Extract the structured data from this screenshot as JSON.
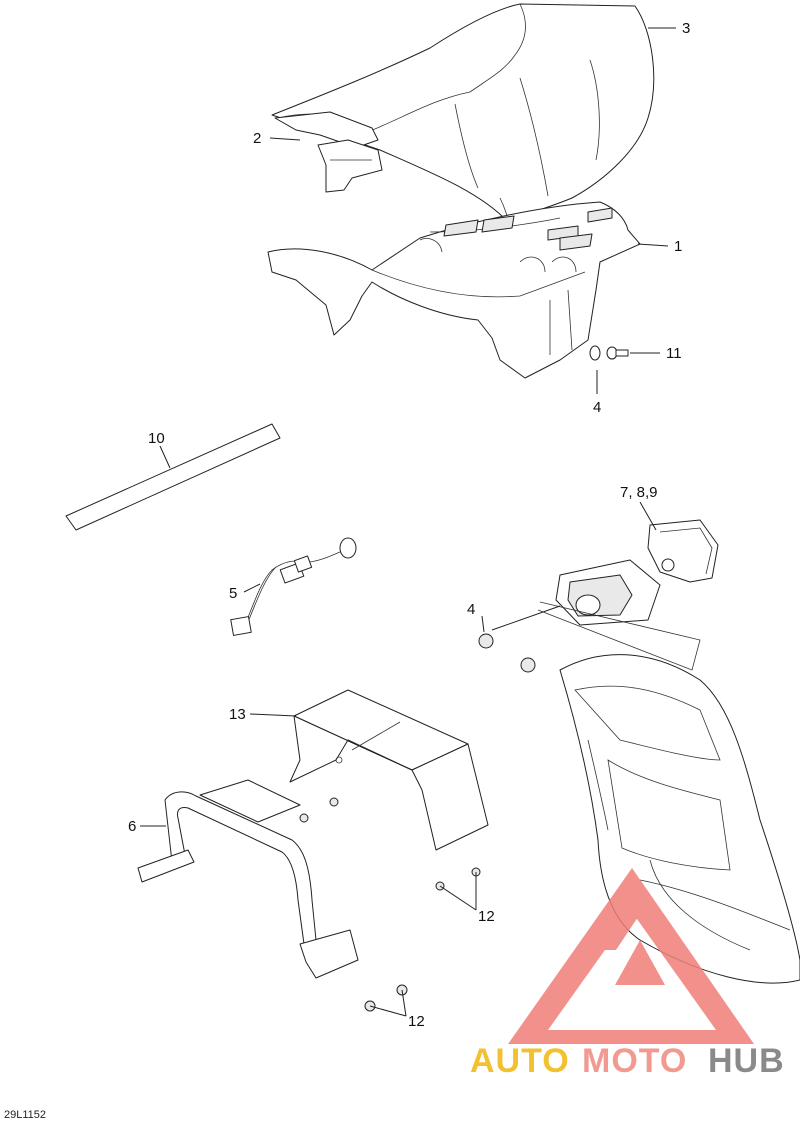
{
  "diagram": {
    "drawing_code": "29L1152",
    "callouts": [
      {
        "id": "c1",
        "label": "1"
      },
      {
        "id": "c2",
        "label": "2"
      },
      {
        "id": "c3",
        "label": "3"
      },
      {
        "id": "c4a",
        "label": "4"
      },
      {
        "id": "c4b",
        "label": "4"
      },
      {
        "id": "c5",
        "label": "5"
      },
      {
        "id": "c6",
        "label": "6"
      },
      {
        "id": "c789",
        "label": "7, 8,9"
      },
      {
        "id": "c10",
        "label": "10"
      },
      {
        "id": "c11",
        "label": "11"
      },
      {
        "id": "c12a",
        "label": "12"
      },
      {
        "id": "c12b",
        "label": "12"
      },
      {
        "id": "c13",
        "label": "13"
      }
    ]
  },
  "watermark": {
    "part1": "AUTO",
    "part2": "MOTO",
    "part3": "HUB",
    "colors": {
      "auto": "#f3c030",
      "moto": "#f29a92",
      "hub": "#8a8a8a",
      "logo": "#f07e78"
    }
  }
}
